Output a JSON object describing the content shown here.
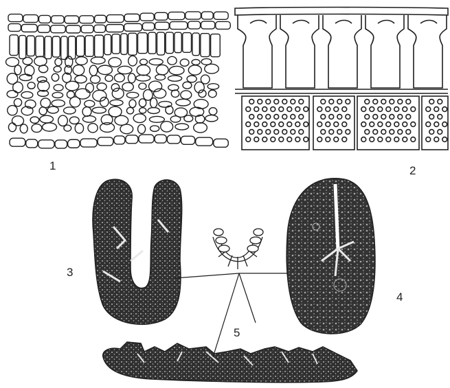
{
  "figure": {
    "labels": {
      "fig1": "1",
      "fig2": "2",
      "fig3": "3",
      "fig4": "4",
      "fig5": "5"
    }
  },
  "colors": {
    "ink": "#1e1e1e",
    "tissue": "#3a3a3a",
    "paper": "#ffffff"
  }
}
